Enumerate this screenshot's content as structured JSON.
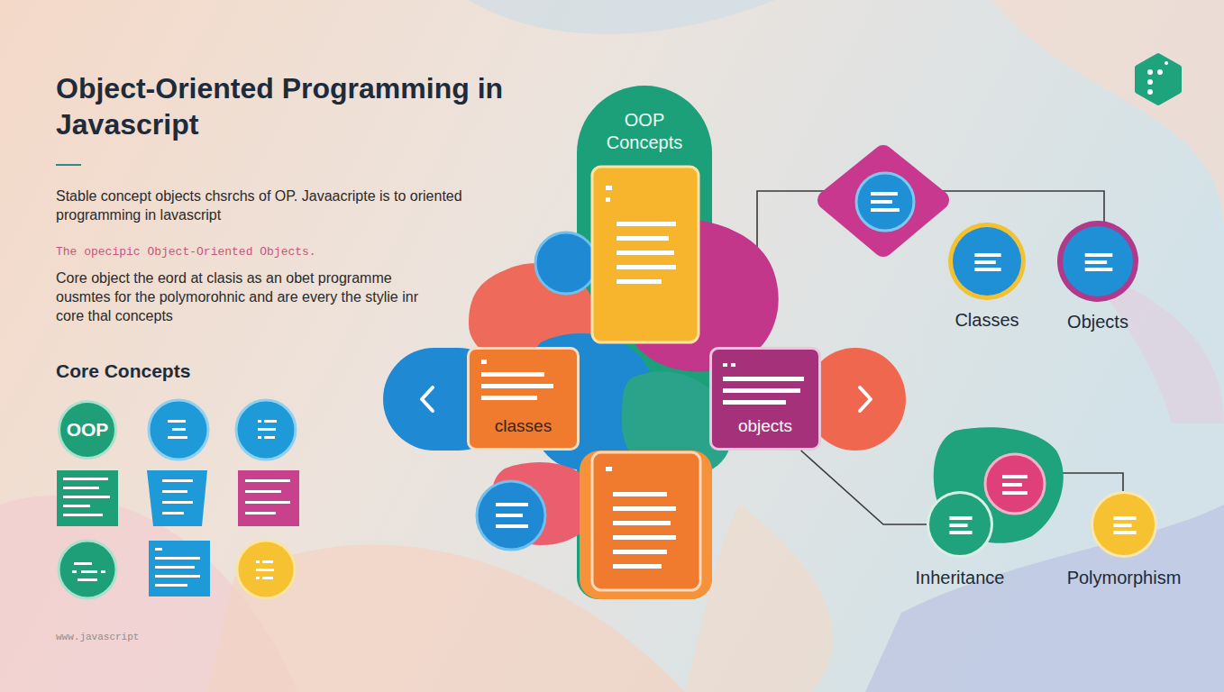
{
  "diagram": {
    "title": "Object-Oriented Programming in Javascript",
    "nodes": [
      {
        "text": [
          "OOP"
        ]
      },
      {
        "text": [
          "OOP Concepts"
        ]
      },
      {
        "text": [
          "classes"
        ]
      },
      {
        "text": [
          "objects"
        ]
      },
      {
        "text": [
          "Classes"
        ]
      },
      {
        "text": [
          "Objects"
        ]
      },
      {
        "text": [
          "Inheritance"
        ]
      },
      {
        "text": [
          "Polymorphism"
        ]
      }
    ],
    "edges": [
      {
        "from": 3,
        "to": 6,
        "arrow": "none"
      }
    ],
    "labels": [
      "Stable concept objects chsrchs of OP. Javaacripte is to oriented programming in lavascript",
      "The opecipic Object-Oriented Objects.",
      "Core object the eord at clasis as an obet programme ousmtes for the polymorohnic and are every the stylie inr core thal concepts",
      "Core Concepts",
      "www.javascript"
    ]
  }
}
